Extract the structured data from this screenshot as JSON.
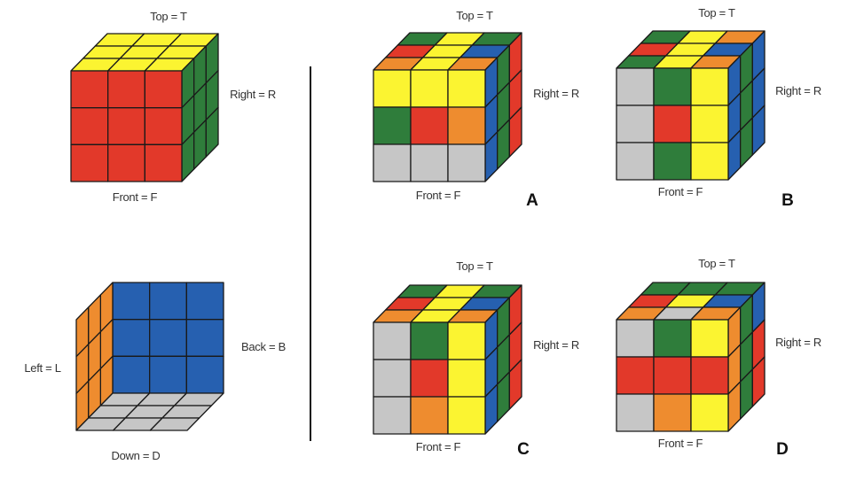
{
  "palette": {
    "R": "#e2392a",
    "Y": "#fbf431",
    "G": "#2f7d3b",
    "B": "#2660b0",
    "O": "#ee8c2f",
    "W": "#c6c6c6"
  },
  "reference_front_cube": {
    "labels": {
      "top": "Top = T",
      "right": "Right = R",
      "front": "Front = F"
    },
    "front": [
      [
        "R",
        "R",
        "R"
      ],
      [
        "R",
        "R",
        "R"
      ],
      [
        "R",
        "R",
        "R"
      ]
    ],
    "top": [
      [
        "Y",
        "Y",
        "Y"
      ],
      [
        "Y",
        "Y",
        "Y"
      ],
      [
        "Y",
        "Y",
        "Y"
      ]
    ],
    "right": [
      [
        "G",
        "G",
        "G"
      ],
      [
        "G",
        "G",
        "G"
      ],
      [
        "G",
        "G",
        "G"
      ]
    ]
  },
  "reference_back_cube": {
    "labels": {
      "left": "Left = L",
      "back": "Back = B",
      "down": "Down = D"
    },
    "back": [
      [
        "B",
        "B",
        "B"
      ],
      [
        "B",
        "B",
        "B"
      ],
      [
        "B",
        "B",
        "B"
      ]
    ],
    "left": [
      [
        "O",
        "O",
        "O"
      ],
      [
        "O",
        "O",
        "O"
      ],
      [
        "O",
        "O",
        "O"
      ]
    ],
    "down": [
      [
        "W",
        "W",
        "W"
      ],
      [
        "W",
        "W",
        "W"
      ],
      [
        "W",
        "W",
        "W"
      ]
    ]
  },
  "options": [
    {
      "letter": "A",
      "labels": {
        "top": "Top = T",
        "right": "Right = R",
        "front": "Front = F"
      },
      "front": [
        [
          "Y",
          "Y",
          "Y"
        ],
        [
          "G",
          "R",
          "O"
        ],
        [
          "W",
          "W",
          "W"
        ]
      ],
      "top": [
        [
          "G",
          "Y",
          "G"
        ],
        [
          "R",
          "Y",
          "B"
        ],
        [
          "O",
          "Y",
          "O"
        ]
      ],
      "right": [
        [
          "B",
          "G",
          "R"
        ],
        [
          "B",
          "G",
          "R"
        ],
        [
          "B",
          "G",
          "R"
        ]
      ]
    },
    {
      "letter": "B",
      "labels": {
        "top": "Top = T",
        "right": "Right = R",
        "front": "Front = F"
      },
      "front": [
        [
          "W",
          "G",
          "Y"
        ],
        [
          "W",
          "R",
          "Y"
        ],
        [
          "W",
          "G",
          "Y"
        ]
      ],
      "top": [
        [
          "G",
          "Y",
          "O"
        ],
        [
          "R",
          "Y",
          "B"
        ],
        [
          "G",
          "Y",
          "O"
        ]
      ],
      "right": [
        [
          "B",
          "G",
          "B"
        ],
        [
          "B",
          "G",
          "B"
        ],
        [
          "B",
          "G",
          "B"
        ]
      ]
    },
    {
      "letter": "C",
      "labels": {
        "top": "Top = T",
        "right": "Right = R",
        "front": "Front = F"
      },
      "front": [
        [
          "W",
          "G",
          "Y"
        ],
        [
          "W",
          "R",
          "Y"
        ],
        [
          "W",
          "O",
          "Y"
        ]
      ],
      "top": [
        [
          "G",
          "Y",
          "G"
        ],
        [
          "R",
          "Y",
          "B"
        ],
        [
          "O",
          "Y",
          "O"
        ]
      ],
      "right": [
        [
          "B",
          "G",
          "R"
        ],
        [
          "B",
          "G",
          "R"
        ],
        [
          "B",
          "G",
          "R"
        ]
      ]
    },
    {
      "letter": "D",
      "labels": {
        "top": "Top = T",
        "right": "Right = R",
        "front": "Front = F"
      },
      "front": [
        [
          "W",
          "G",
          "Y"
        ],
        [
          "R",
          "R",
          "R"
        ],
        [
          "W",
          "O",
          "Y"
        ]
      ],
      "top": [
        [
          "G",
          "G",
          "G"
        ],
        [
          "R",
          "Y",
          "B"
        ],
        [
          "O",
          "W",
          "O"
        ]
      ],
      "right": [
        [
          "O",
          "G",
          "B"
        ],
        [
          "O",
          "G",
          "R"
        ],
        [
          "O",
          "G",
          "R"
        ]
      ]
    }
  ]
}
